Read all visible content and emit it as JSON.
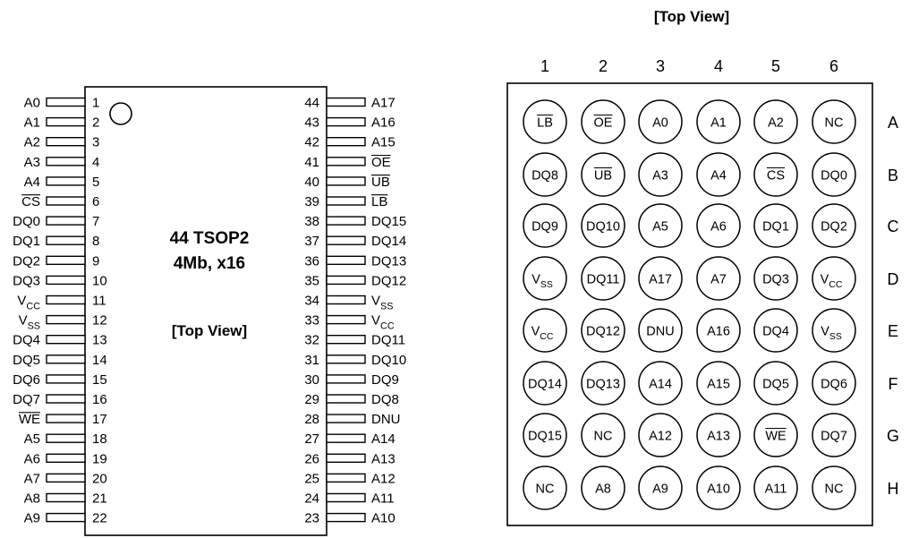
{
  "tsop": {
    "title_line1": "44 TSOP2",
    "title_line2": "4Mb, x16",
    "view_label": "[Top View]",
    "left_pins": [
      {
        "num": "1",
        "name": "A0"
      },
      {
        "num": "2",
        "name": "A1"
      },
      {
        "num": "3",
        "name": "A2"
      },
      {
        "num": "4",
        "name": "A3"
      },
      {
        "num": "5",
        "name": "A4"
      },
      {
        "num": "6",
        "name": "CS",
        "overline": true
      },
      {
        "num": "7",
        "name": "DQ0"
      },
      {
        "num": "8",
        "name": "DQ1"
      },
      {
        "num": "9",
        "name": "DQ2"
      },
      {
        "num": "10",
        "name": "DQ3"
      },
      {
        "num": "11",
        "name": "V",
        "sub": "CC"
      },
      {
        "num": "12",
        "name": "V",
        "sub": "SS"
      },
      {
        "num": "13",
        "name": "DQ4"
      },
      {
        "num": "14",
        "name": "DQ5"
      },
      {
        "num": "15",
        "name": "DQ6"
      },
      {
        "num": "16",
        "name": "DQ7"
      },
      {
        "num": "17",
        "name": "WE",
        "overline": true
      },
      {
        "num": "18",
        "name": "A5"
      },
      {
        "num": "19",
        "name": "A6"
      },
      {
        "num": "20",
        "name": "A7"
      },
      {
        "num": "21",
        "name": "A8"
      },
      {
        "num": "22",
        "name": "A9"
      }
    ],
    "right_pins": [
      {
        "num": "44",
        "name": "A17"
      },
      {
        "num": "43",
        "name": "A16"
      },
      {
        "num": "42",
        "name": "A15"
      },
      {
        "num": "41",
        "name": "OE",
        "overline": true
      },
      {
        "num": "40",
        "name": "UB",
        "overline": true
      },
      {
        "num": "39",
        "name": "LB",
        "overline": true
      },
      {
        "num": "38",
        "name": "DQ15"
      },
      {
        "num": "37",
        "name": "DQ14"
      },
      {
        "num": "36",
        "name": "DQ13"
      },
      {
        "num": "35",
        "name": "DQ12"
      },
      {
        "num": "34",
        "name": "V",
        "sub": "SS"
      },
      {
        "num": "33",
        "name": "V",
        "sub": "CC"
      },
      {
        "num": "32",
        "name": "DQ11"
      },
      {
        "num": "31",
        "name": "DQ10"
      },
      {
        "num": "30",
        "name": "DQ9"
      },
      {
        "num": "29",
        "name": "DQ8"
      },
      {
        "num": "28",
        "name": "DNU"
      },
      {
        "num": "27",
        "name": "A14"
      },
      {
        "num": "26",
        "name": "A13"
      },
      {
        "num": "25",
        "name": "A12"
      },
      {
        "num": "24",
        "name": "A11"
      },
      {
        "num": "23",
        "name": "A10"
      }
    ]
  },
  "bga": {
    "view_label": "[Top View]",
    "col_labels": [
      "1",
      "2",
      "3",
      "4",
      "5",
      "6"
    ],
    "row_labels": [
      "A",
      "B",
      "C",
      "D",
      "E",
      "F",
      "G",
      "H"
    ],
    "balls": [
      [
        {
          "name": "LB",
          "overline": true
        },
        {
          "name": "OE",
          "overline": true
        },
        {
          "name": "A0"
        },
        {
          "name": "A1"
        },
        {
          "name": "A2"
        },
        {
          "name": "NC"
        }
      ],
      [
        {
          "name": "DQ8"
        },
        {
          "name": "UB",
          "overline": true
        },
        {
          "name": "A3"
        },
        {
          "name": "A4"
        },
        {
          "name": "CS",
          "overline": true
        },
        {
          "name": "DQ0"
        }
      ],
      [
        {
          "name": "DQ9"
        },
        {
          "name": "DQ10"
        },
        {
          "name": "A5"
        },
        {
          "name": "A6"
        },
        {
          "name": "DQ1"
        },
        {
          "name": "DQ2"
        }
      ],
      [
        {
          "name": "V",
          "sub": "SS"
        },
        {
          "name": "DQ11"
        },
        {
          "name": "A17"
        },
        {
          "name": "A7"
        },
        {
          "name": "DQ3"
        },
        {
          "name": "V",
          "sub": "CC"
        }
      ],
      [
        {
          "name": "V",
          "sub": "CC"
        },
        {
          "name": "DQ12"
        },
        {
          "name": "DNU"
        },
        {
          "name": "A16"
        },
        {
          "name": "DQ4"
        },
        {
          "name": "V",
          "sub": "SS"
        }
      ],
      [
        {
          "name": "DQ14"
        },
        {
          "name": "DQ13"
        },
        {
          "name": "A14"
        },
        {
          "name": "A15"
        },
        {
          "name": "DQ5"
        },
        {
          "name": "DQ6"
        }
      ],
      [
        {
          "name": "DQ15"
        },
        {
          "name": "NC"
        },
        {
          "name": "A12"
        },
        {
          "name": "A13"
        },
        {
          "name": "WE",
          "overline": true
        },
        {
          "name": "DQ7"
        }
      ],
      [
        {
          "name": "NC"
        },
        {
          "name": "A8"
        },
        {
          "name": "A9"
        },
        {
          "name": "A10"
        },
        {
          "name": "A11"
        },
        {
          "name": "NC"
        }
      ]
    ]
  }
}
